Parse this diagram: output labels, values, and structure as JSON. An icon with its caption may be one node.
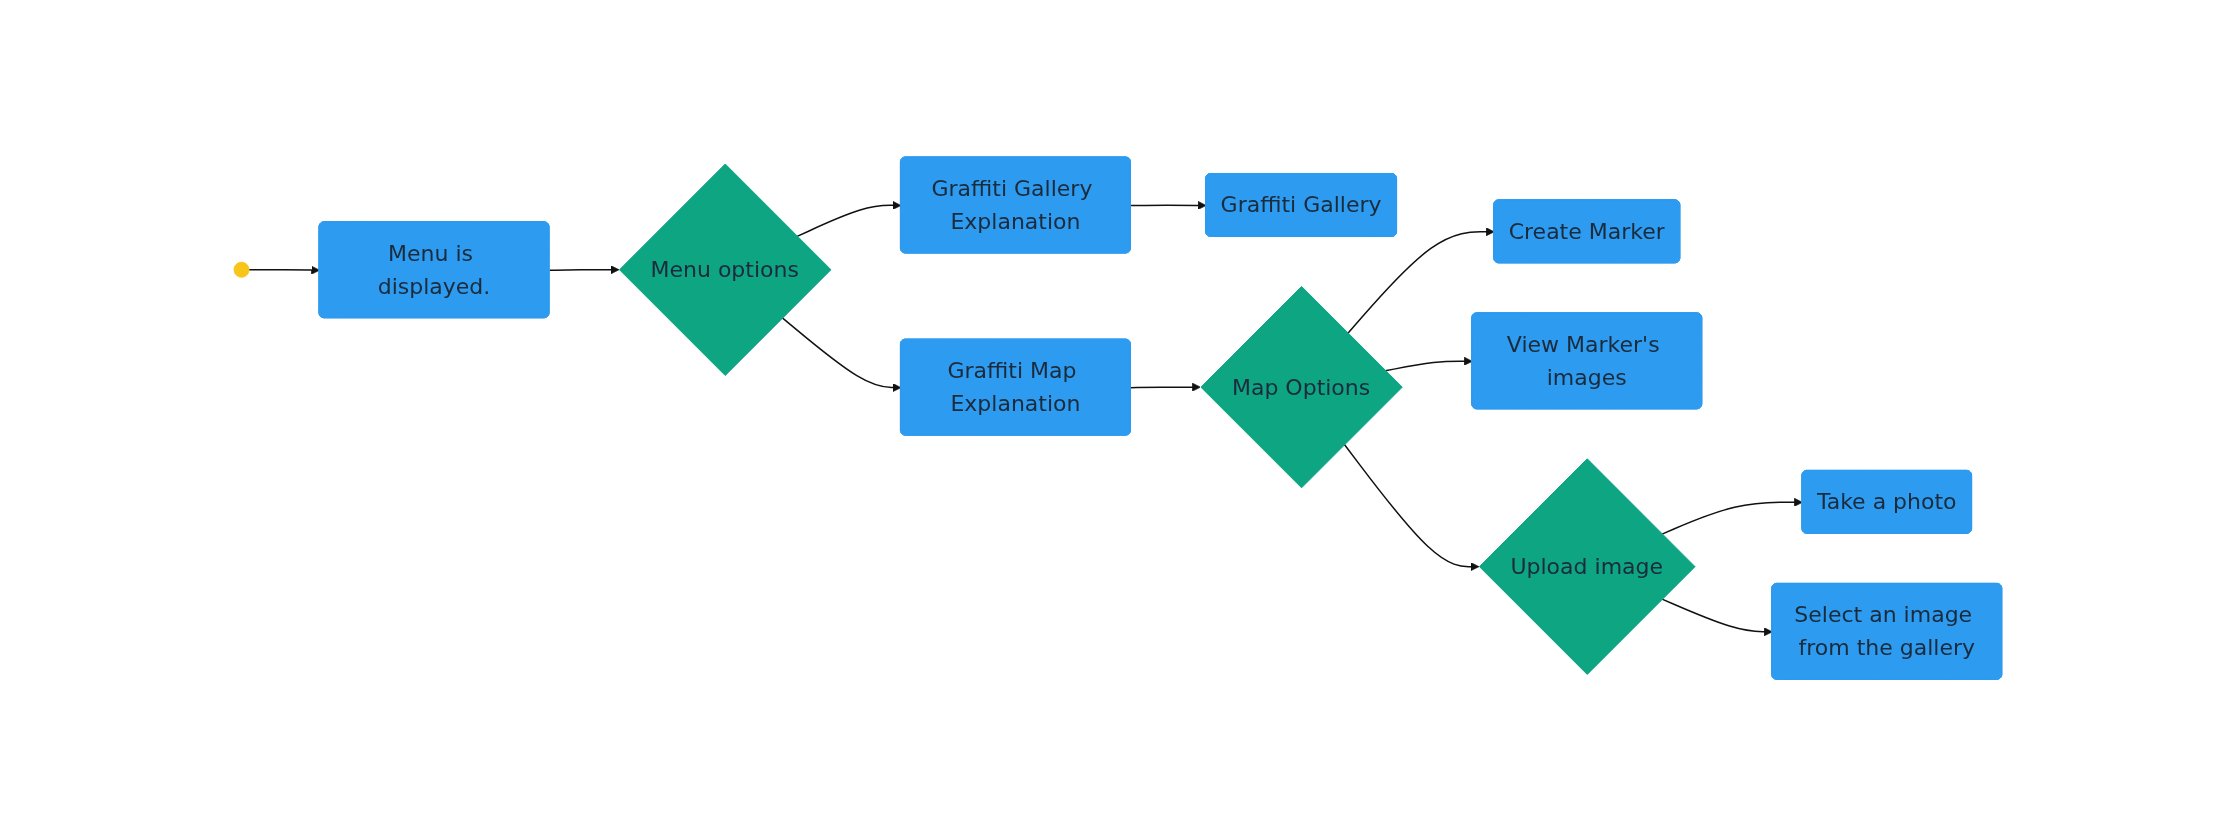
{
  "diagram": {
    "nodes": [
      {
        "text": [],
        "shape": "circle"
      },
      {
        "text": [
          "Menu is displayed."
        ]
      },
      {
        "text": [
          "Menu options"
        ]
      },
      {
        "text": [
          "Graffiti Map Explanation"
        ]
      },
      {
        "text": [
          "Graffiti Gallery Explanation"
        ]
      },
      {
        "text": [
          "Graffiti Gallery"
        ]
      },
      {
        "text": [
          "Map Options"
        ]
      },
      {
        "text": [
          "Create Marker"
        ]
      },
      {
        "text": [
          "View Marker's images"
        ]
      },
      {
        "text": [
          "Upload image"
        ]
      },
      {
        "text": [
          "Take a photo"
        ]
      },
      {
        "text": [
          "Select an image from the gallery"
        ]
      }
    ],
    "edges": [
      {
        "from": 0,
        "to": 1,
        "arrow": "to"
      },
      {
        "from": 1,
        "to": 2,
        "arrow": "to"
      },
      {
        "from": 2,
        "to": 3,
        "arrow": "to"
      },
      {
        "from": 2,
        "to": 4,
        "arrow": "to"
      },
      {
        "from": 4,
        "to": 5,
        "arrow": "to"
      },
      {
        "from": 3,
        "to": 6,
        "arrow": "to"
      },
      {
        "from": 6,
        "to": 7,
        "arrow": "to"
      },
      {
        "from": 6,
        "to": 8,
        "arrow": "to"
      },
      {
        "from": 6,
        "to": 9,
        "arrow": "to"
      },
      {
        "from": 9,
        "to": 10,
        "arrow": "to"
      },
      {
        "from": 9,
        "to": 11,
        "arrow": "to"
      }
    ]
  }
}
